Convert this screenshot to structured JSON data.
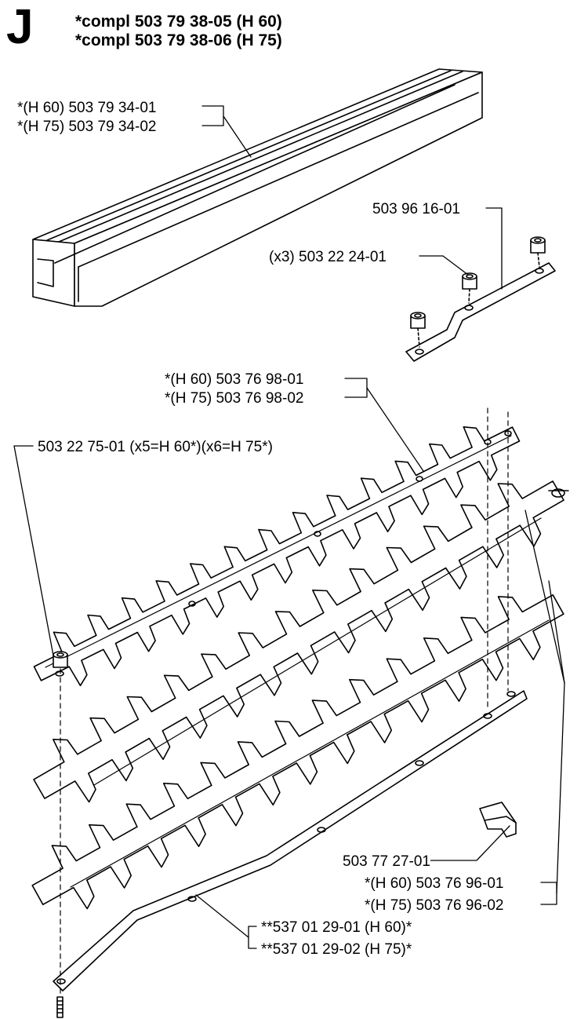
{
  "section_letter": "J",
  "compl_lines": [
    "*compl 503 79 38-05 (H 60)",
    "*compl 503 79 38-06 (H 75)"
  ],
  "labels": {
    "guide_rail_a": "*(H 60) 503 79 34-01",
    "guide_rail_b": "*(H 75) 503 79 34-02",
    "bracket": "503 96 16-01",
    "bracket_nuts": "(x3) 503 22 24-01",
    "upper_blade_a": "*(H 60) 503 76 98-01",
    "upper_blade_b": "*(H 75) 503 76 98-02",
    "blade_nuts": "503 22 75-01 (x5=H 60*)(x6=H 75*)",
    "clip": "503 77 27-01",
    "lower_blades_a": "*(H 60) 503 76 96-01",
    "lower_blades_b": "*(H 75) 503 76 96-02",
    "protector_a": "**537 01 29-01 (H 60)*",
    "protector_b": "**537 01 29-02 (H 75)*"
  },
  "colors": {
    "ink": "#000000",
    "paper": "#ffffff"
  }
}
